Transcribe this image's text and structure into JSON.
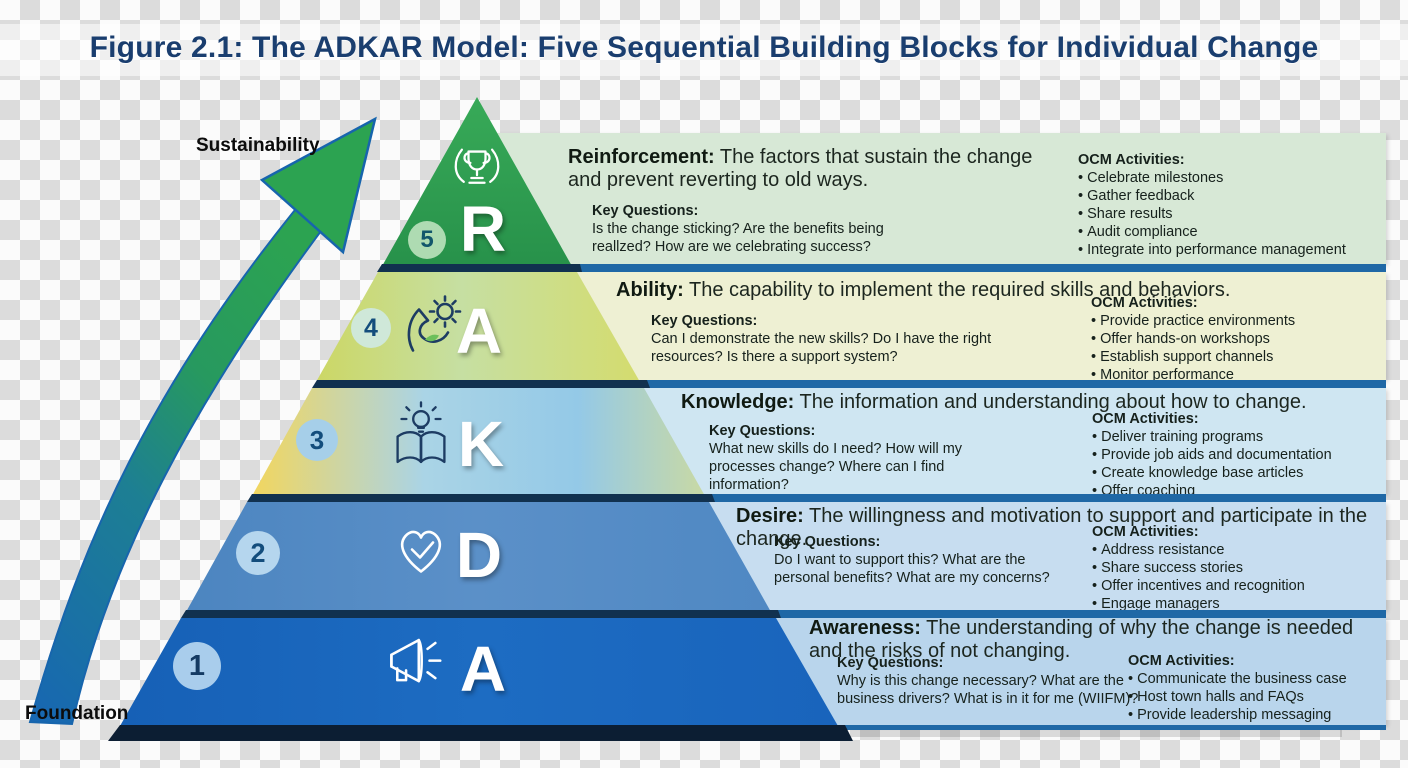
{
  "title": "Figure 2.1: The ADKAR Model: Five Sequential Building Blocks for Individual Change",
  "arrow": {
    "top_label": "Sustainability",
    "bottom_label": "Foundation"
  },
  "labels": {
    "key_questions": "Key Questions:",
    "ocm": "OCM Activities:"
  },
  "levels": [
    {
      "number": "5",
      "letter": "R",
      "name": "Reinforcement",
      "icon": "trophy-laurel-icon",
      "term": "Reinforcement:",
      "description": "The factors that sustain the change and prevent reverting to old ways.",
      "key_questions": "Is the change sticking? Are the benefits being reallzed? How are we celebrating success?",
      "ocm_activities": [
        "Celebrate milestones",
        "Gather feedback",
        "Share results",
        "Audit compliance",
        "Integrate into performance management"
      ]
    },
    {
      "number": "4",
      "letter": "A",
      "name": "Ability",
      "icon": "muscle-gear-icon",
      "term": "Ability:",
      "description": "The capability to implement the required skills and behaviors.",
      "key_questions": "Can I demonstrate the new skills? Do I have the right resources? Is there a support system?",
      "ocm_activities": [
        "Provide practice environments",
        "Offer hands-on workshops",
        "Establish support channels",
        "Monitor performance"
      ]
    },
    {
      "number": "3",
      "letter": "K",
      "name": "Knowledge",
      "icon": "book-lightbulb-icon",
      "term": "Knowledge:",
      "description": "The information and understanding about how to change.",
      "key_questions": "What new skills do I need? How will my processes change? Where can I find information?",
      "ocm_activities": [
        "Deliver training programs",
        "Provide job aids and documentation",
        "Create knowledge base articles",
        "Offer coaching"
      ]
    },
    {
      "number": "2",
      "letter": "D",
      "name": "Desire",
      "icon": "heart-check-icon",
      "term": "Desire:",
      "description": "The willingness and motivation to support and participate in the change.",
      "key_questions": "Do I want to support this? What are the personal benefits? What are my concerns?",
      "ocm_activities": [
        "Address resistance",
        "Share success stories",
        "Offer incentives and recognition",
        "Engage managers"
      ]
    },
    {
      "number": "1",
      "letter": "A",
      "name": "Awareness",
      "icon": "megaphone-icon",
      "term": "Awareness:",
      "description": "The understanding of why the change is needed and the risks of not changing.",
      "key_questions": "Why is this change necessary? What are the business drivers? What is in it for me (WIIFM)?",
      "ocm_activities": [
        "Communicate the business case",
        "Host town halls and FAQs",
        "Provide leadership messaging"
      ]
    }
  ],
  "colors": {
    "title_text": "#1a3e6f",
    "level5_band": "#2f9e4d",
    "level4_band": "#ccd765",
    "level3_band_yellow": "#f2d65e",
    "level3_band_blue": "#94c9e7",
    "level2_band": "#4f88c3",
    "level1_band": "#1964bc",
    "panel_reinforcement": "#d7e8d6",
    "panel_ability": "#eef0d3",
    "panel_knowledge": "#cfe6f2",
    "panel_desire": "#c7ddf0",
    "panel_awareness": "#b9d5ec",
    "separator_light": "#1f68a6",
    "separator_dark": "#11314f",
    "arrow_blue": "#1766b3",
    "arrow_green": "#2ca351"
  }
}
